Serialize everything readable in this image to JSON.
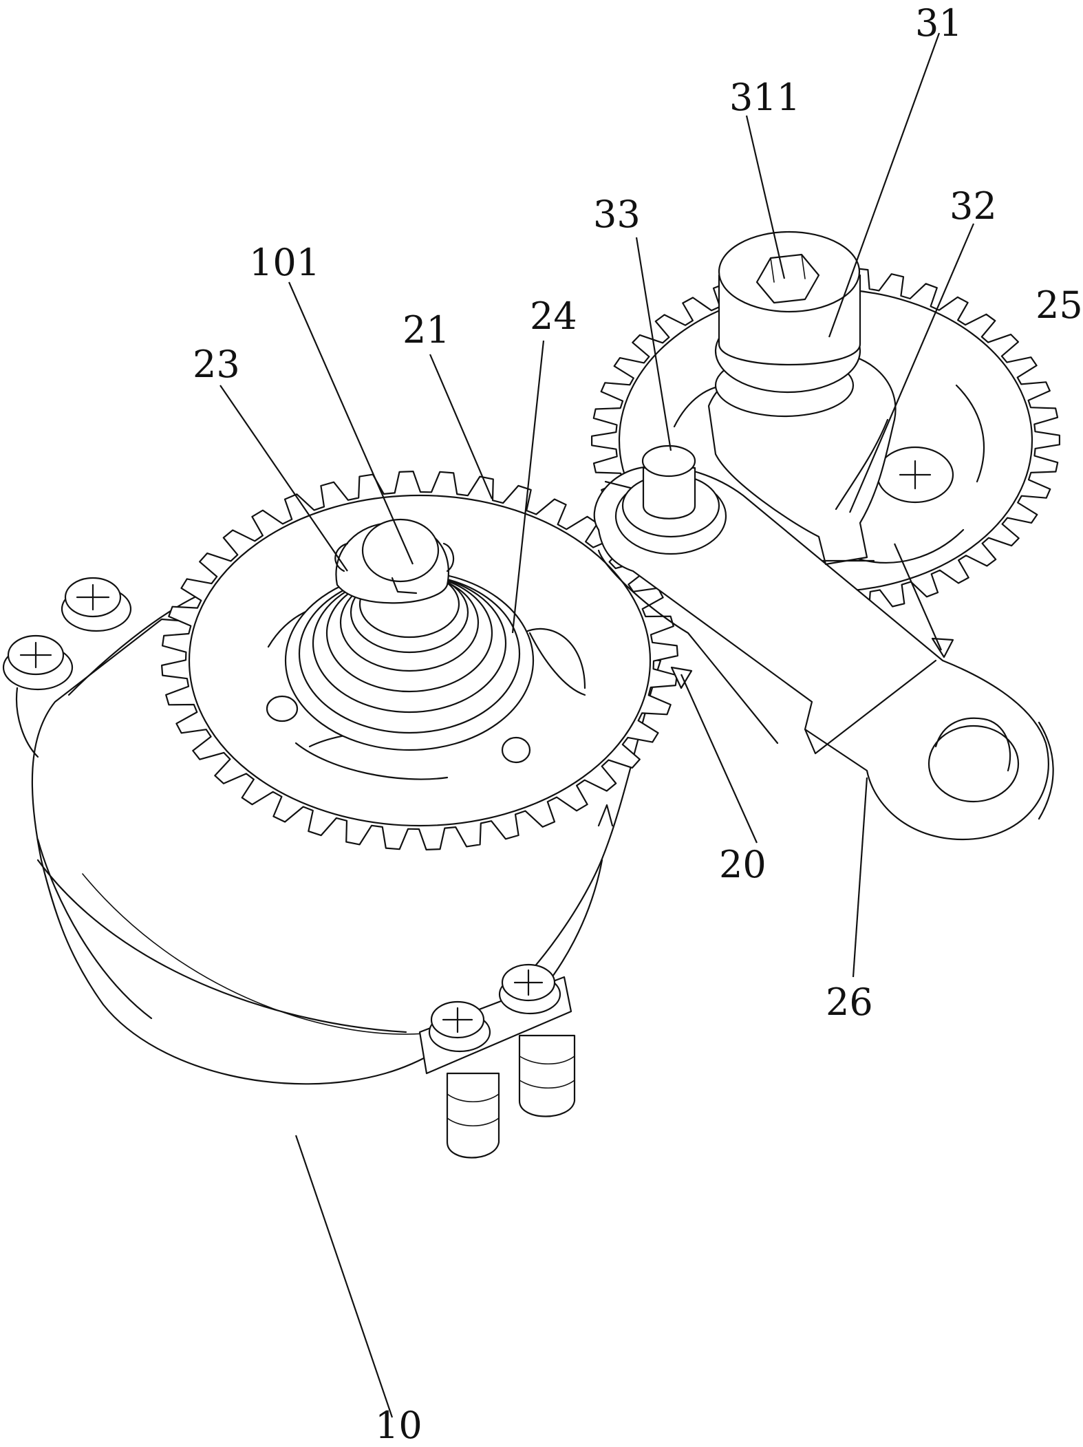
{
  "labels": {
    "l10": "10",
    "l101": "101",
    "l20": "20",
    "l21": "21",
    "l23": "23",
    "l24": "24",
    "l25": "25",
    "l26": "26",
    "l31": "31",
    "l32": "32",
    "l33": "33",
    "l311": "311"
  },
  "colors": {
    "line": "#111111",
    "background": "#ffffff"
  },
  "gears": {
    "left": {
      "teeth": 40
    },
    "right": {
      "teeth": 40
    }
  }
}
